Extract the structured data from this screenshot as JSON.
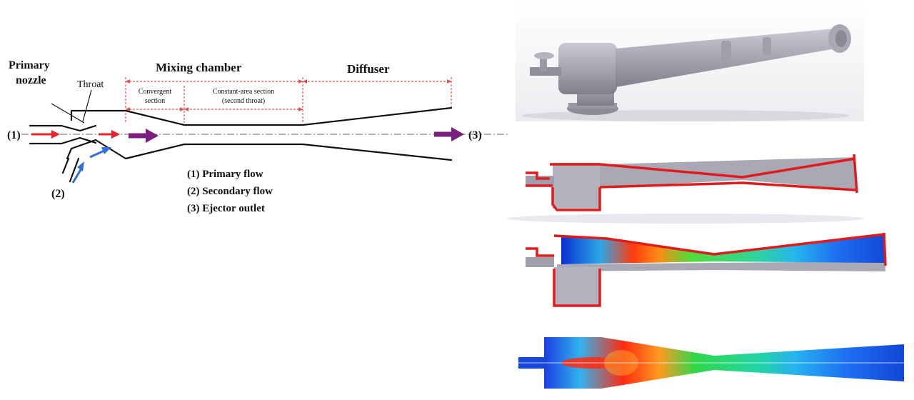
{
  "schematic": {
    "primary_nozzle_line1": "Primary",
    "primary_nozzle_line2": "nozzle",
    "throat": "Throat",
    "mixing_chamber": "Mixing chamber",
    "diffuser": "Diffuser",
    "convergent_line1": "Convergent",
    "convergent_line2": "section",
    "constant_area_line1": "Constant-area section",
    "constant_area_line2": "(second throat)",
    "inlet_primary": "(1)",
    "inlet_secondary": "(2)",
    "outlet": "(3)",
    "legend": [
      "(1)  Primary flow",
      "(2)  Secondary flow",
      "(3)  Ejector outlet"
    ]
  },
  "colors": {
    "primary_flow_arrow": "#e8242a",
    "secondary_flow_arrow": "#2f6fe0",
    "outlet_arrow": "#7b1f7e",
    "dimension_lines": "#e05050",
    "wall_cut_red": "#e11b1b",
    "model_gray": "#a7a7b4"
  },
  "icons": {
    "primary_arrow": "arrow-right",
    "secondary_arrow": "arrow-up-right",
    "outlet_arrow": "arrow-right"
  }
}
